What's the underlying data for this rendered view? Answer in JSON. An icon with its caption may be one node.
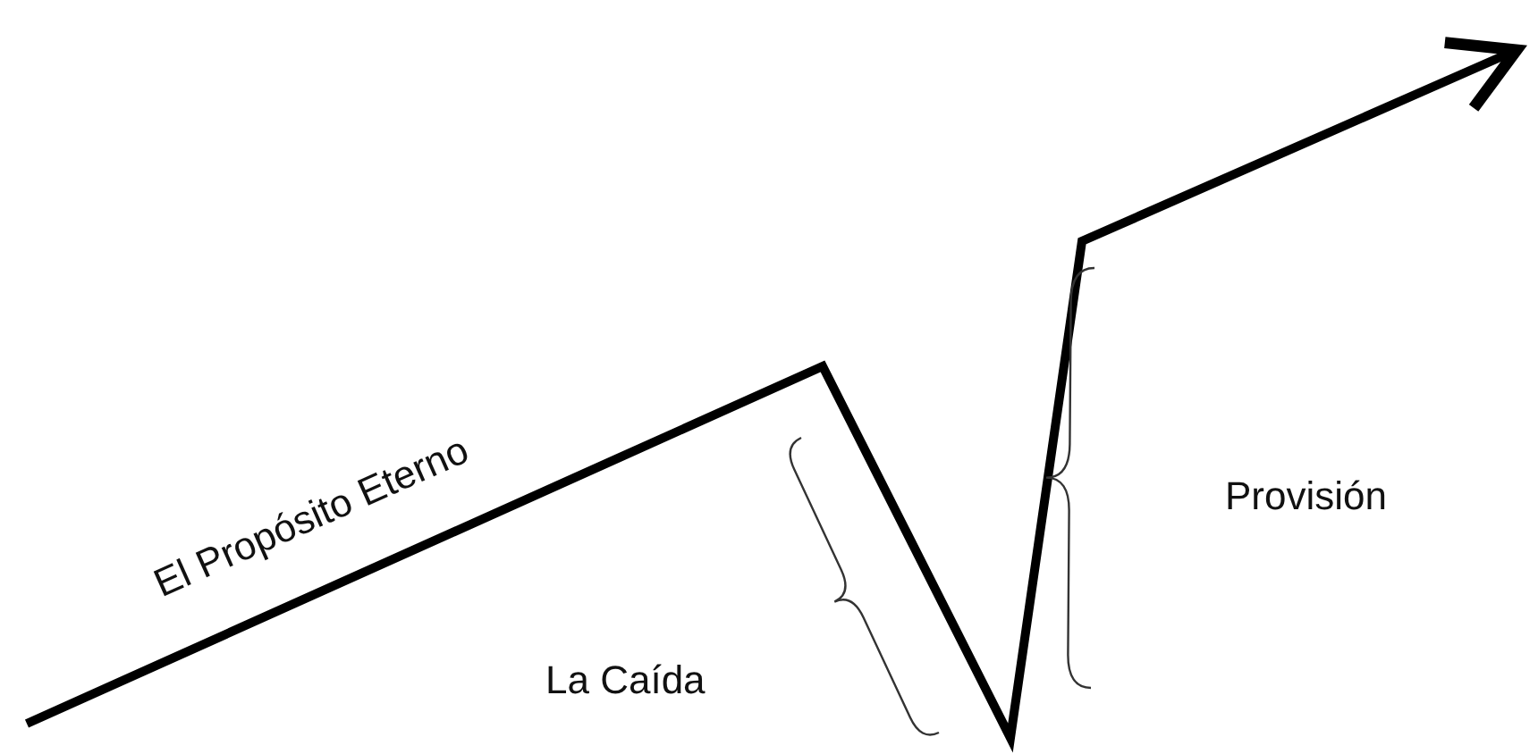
{
  "diagram": {
    "labels": [
      "El Propósito Eterno",
      "La Caída",
      "Provisión"
    ]
  }
}
